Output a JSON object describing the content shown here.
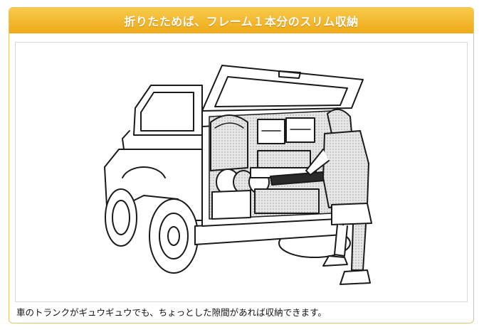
{
  "header": {
    "title": "折りたためば、フレーム１本分のスリム収納"
  },
  "illustration": {
    "subject": "suv-trunk-loading-illustration"
  },
  "caption": "車のトランクがギュウギュウでも、ちょっとした隙間があれば収納できます。",
  "colors": {
    "header_top": "#f8c94a",
    "header_bottom": "#eeaa18",
    "border": "#e3c46a",
    "ink": "#1a1a1a",
    "tone": "#cfcfcf"
  }
}
